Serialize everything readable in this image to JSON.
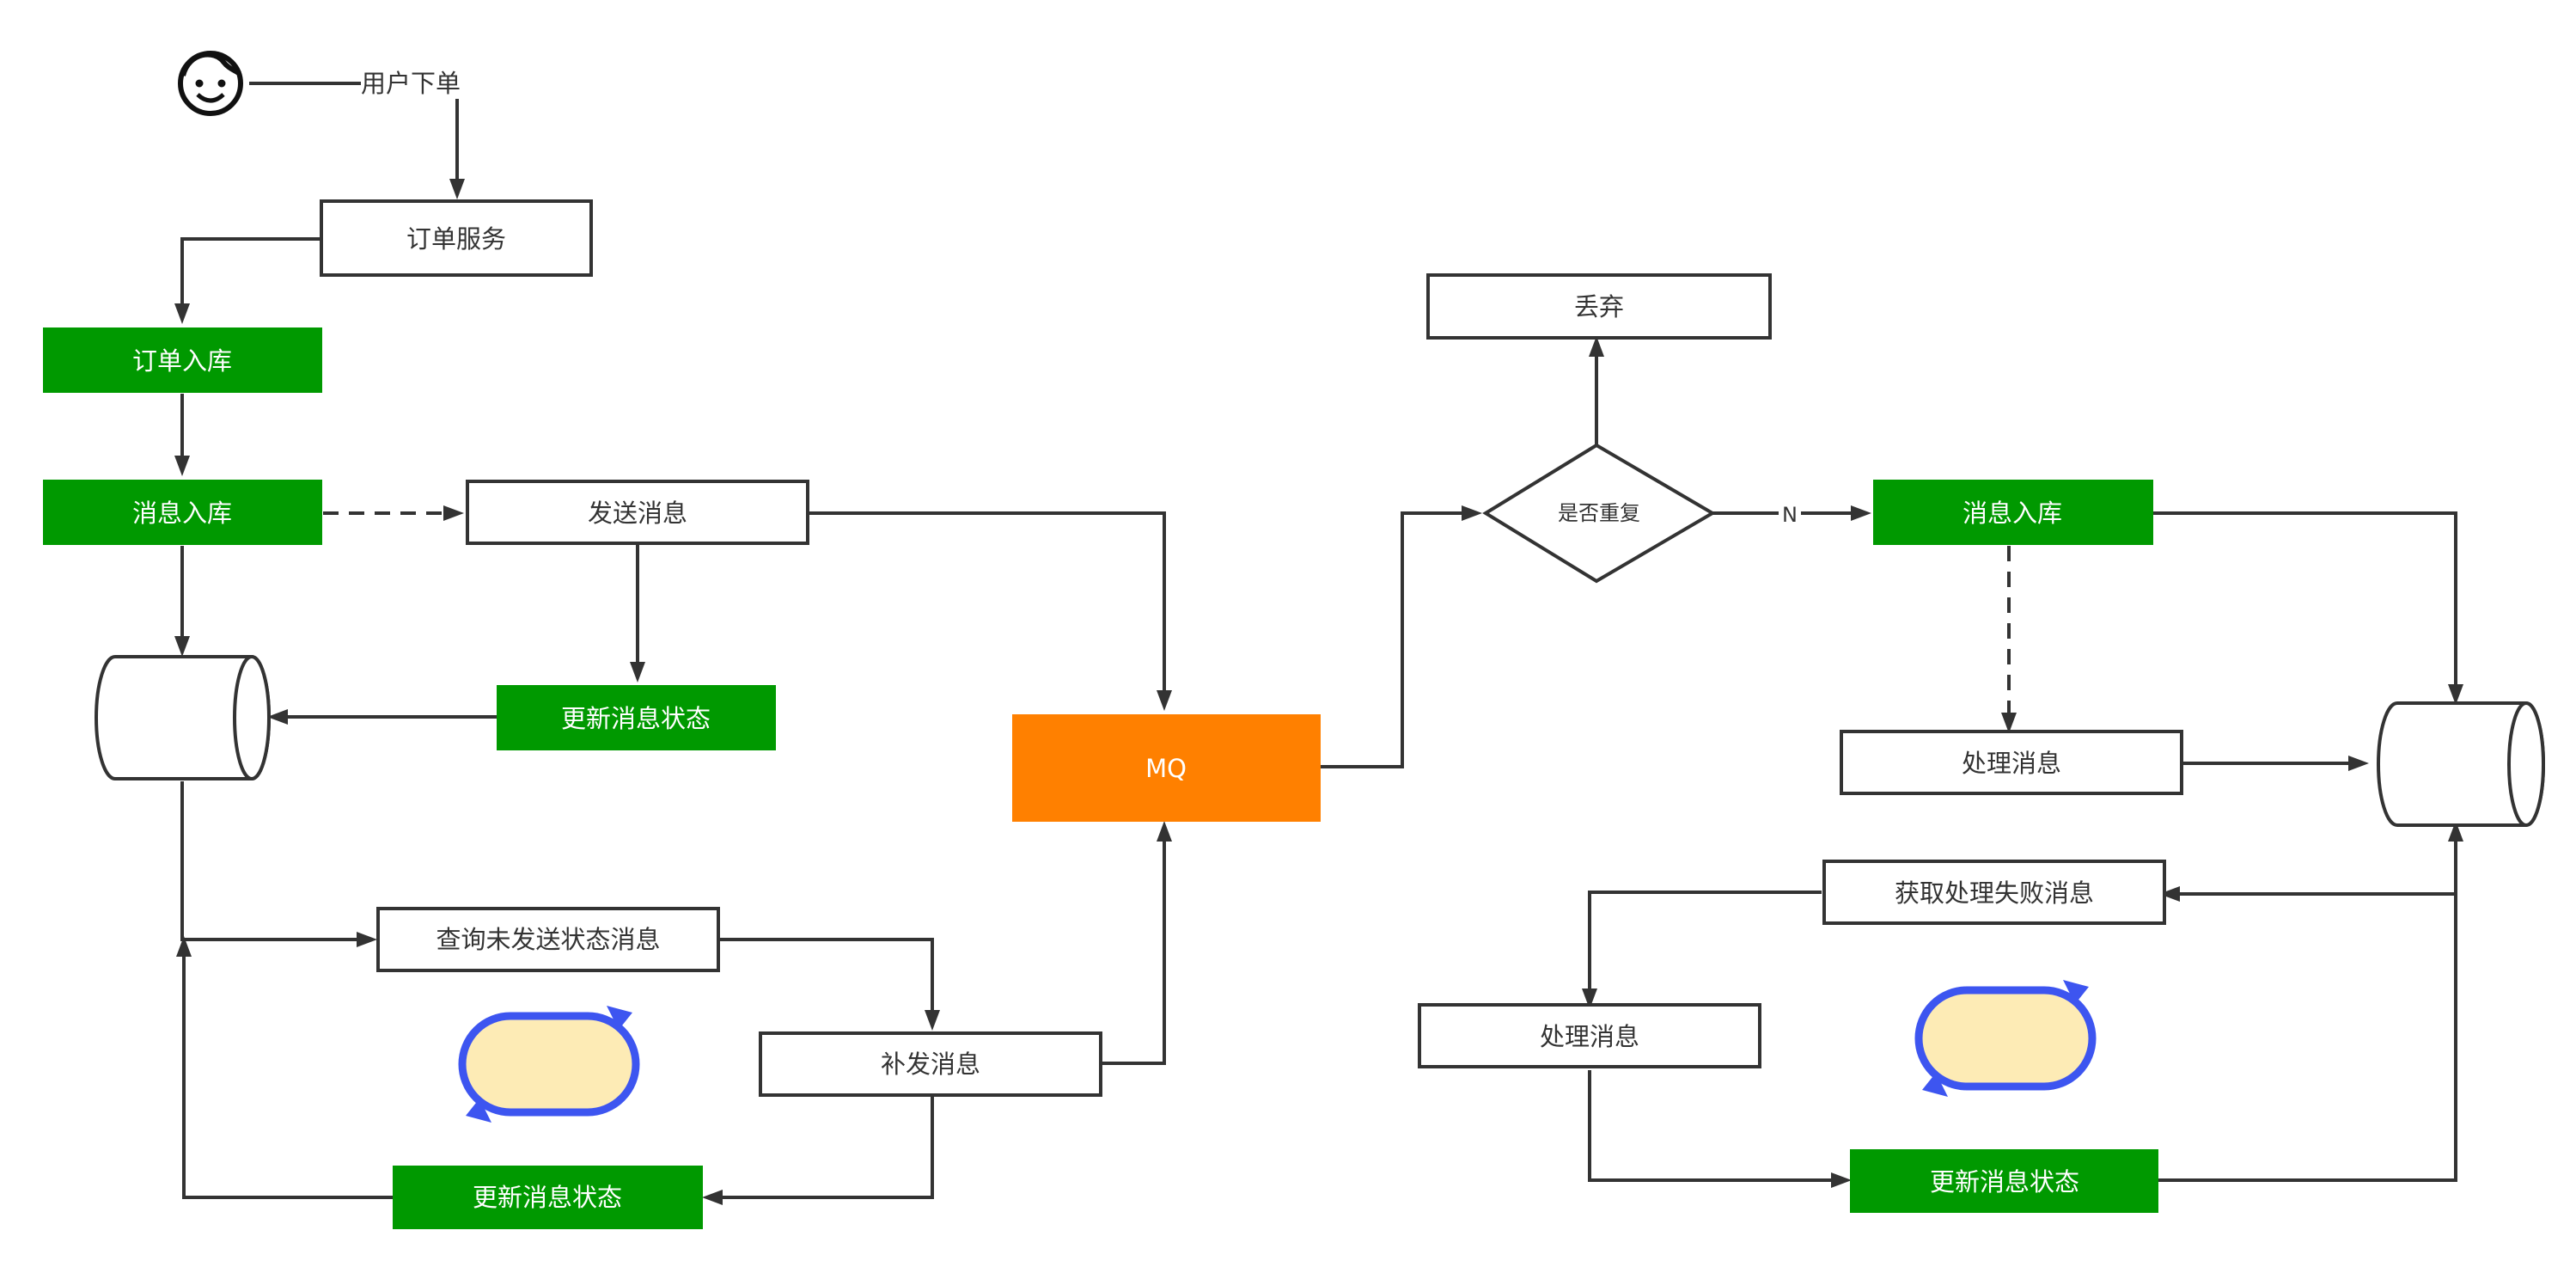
{
  "diagram": {
    "user_label": "用户下单",
    "order_service": "订单服务",
    "order_to_db": "订单入库",
    "msg_to_db_left": "消息入库",
    "send_message": "发送消息",
    "update_status_top": "更新消息状态",
    "mq": "MQ",
    "query_unsent": "查询未发送状态消息",
    "resend": "补发消息",
    "update_status_bottom_left": "更新消息状态",
    "discard": "丢弃",
    "is_duplicate": "是否重复",
    "edge_no": "N",
    "msg_to_db_right": "消息入库",
    "process_msg_top": "处理消息",
    "fetch_failed": "获取处理失败消息",
    "process_msg_bottom": "处理消息",
    "update_status_bottom_right": "更新消息状态"
  },
  "colors": {
    "green": "#009900",
    "orange": "#ff8000",
    "loop_blue": "#3d55f0",
    "loop_fill": "#fdebb5",
    "stroke": "#333333"
  },
  "icons": [
    "user-face-icon",
    "loop-icon",
    "loop-icon"
  ]
}
